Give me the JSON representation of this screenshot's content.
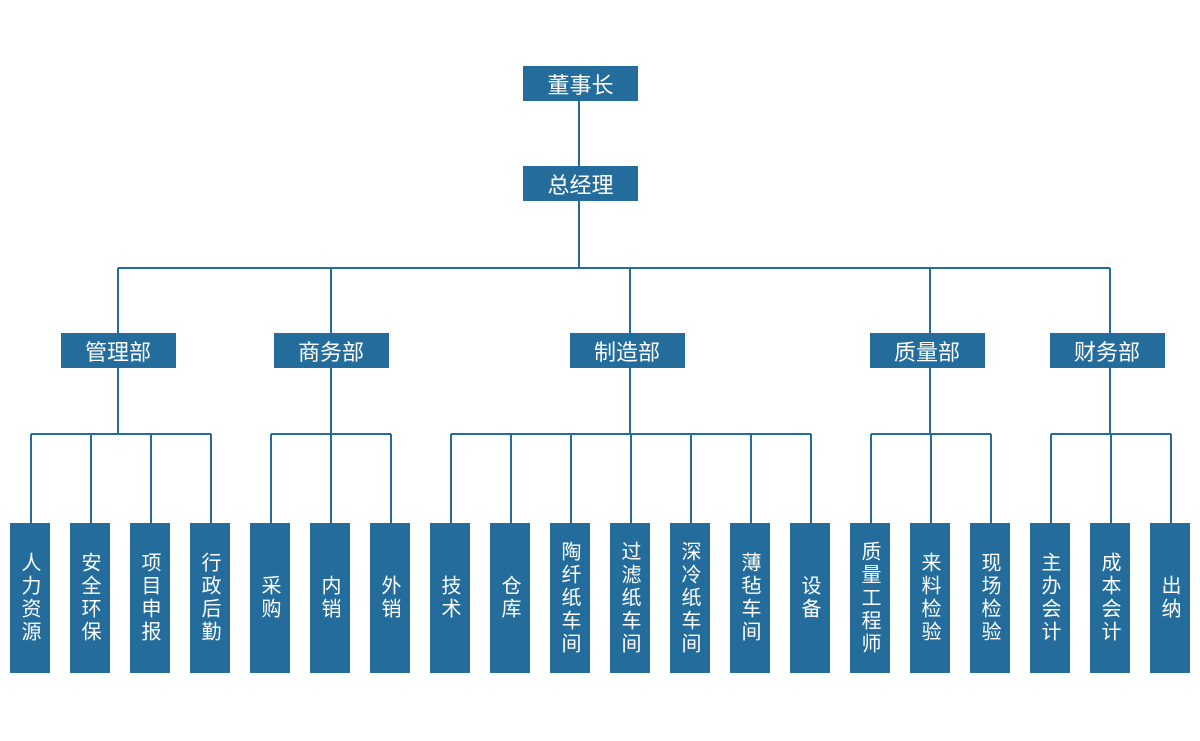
{
  "org_chart": {
    "chairman": "董事长",
    "general_manager": "总经理",
    "departments": [
      {
        "name": "管理部",
        "units": [
          "人力资源",
          "安全环保",
          "项目申报",
          "行政后勤"
        ]
      },
      {
        "name": "商务部",
        "units": [
          "采购",
          "内销",
          "外销"
        ]
      },
      {
        "name": "制造部",
        "units": [
          "技术",
          "仓库",
          "陶纤纸车间",
          "过滤纸车间",
          "深冷纸车间",
          "薄毡车间",
          "设备"
        ]
      },
      {
        "name": "质量部",
        "units": [
          "质量工程师",
          "来料检验",
          "现场检验"
        ]
      },
      {
        "name": "财务部",
        "units": [
          "主办会计",
          "成本会计",
          "出纳"
        ]
      }
    ]
  },
  "colors": {
    "box": "#236c9b",
    "line": "#236c9b",
    "text": "#ffffff"
  }
}
